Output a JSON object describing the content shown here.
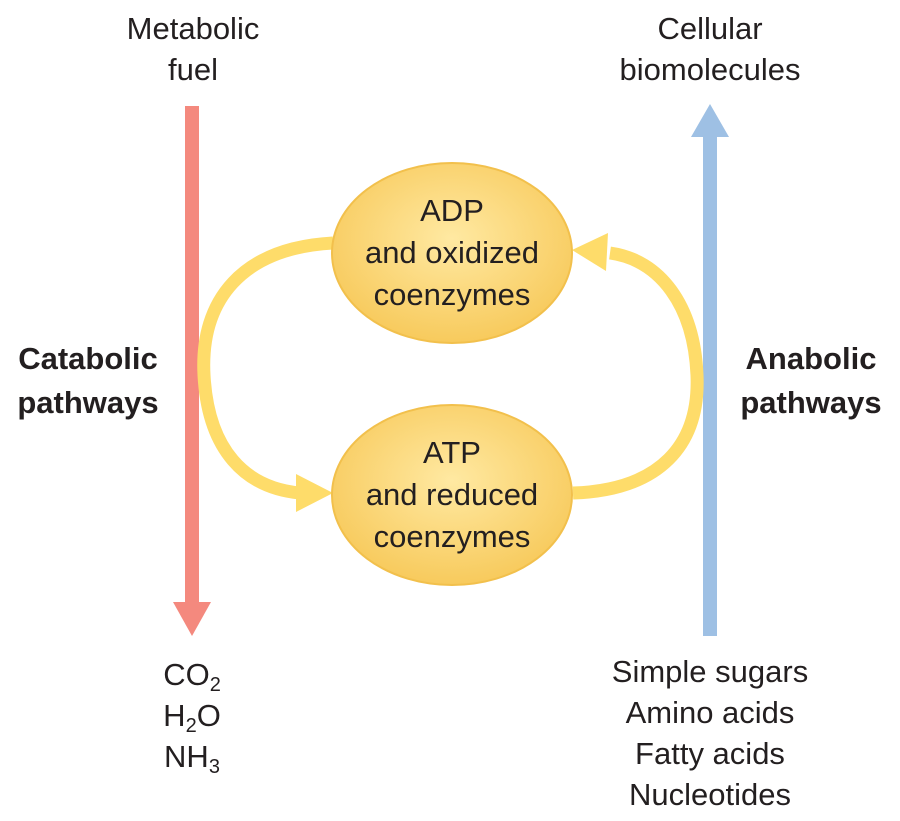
{
  "colors": {
    "catabolic_arrow": "#f4897e",
    "anabolic_arrow": "#9ec0e4",
    "cycle_arrow": "#fedc6a",
    "node_fill_center": "#ffe9a2",
    "node_fill_edge": "#f7c95a",
    "node_stroke": "#f2c04c",
    "text": "#231f20"
  },
  "catabolic": {
    "top_label": [
      "Metabolic",
      "fuel"
    ],
    "side_label": [
      "Catabolic",
      "pathways"
    ],
    "products": [
      {
        "base": "CO",
        "sub": "2",
        "tail": ""
      },
      {
        "base": "H",
        "sub": "2",
        "tail": "O"
      },
      {
        "base": "NH",
        "sub": "3",
        "tail": ""
      }
    ]
  },
  "anabolic": {
    "top_label": [
      "Cellular",
      "biomolecules"
    ],
    "side_label": [
      "Anabolic",
      "pathways"
    ],
    "precursors": [
      "Simple sugars",
      "Amino acids",
      "Fatty acids",
      "Nucleotides"
    ]
  },
  "nodes": {
    "adp": [
      "ADP",
      "and oxidized",
      "coenzymes"
    ],
    "atp": [
      "ATP",
      "and reduced",
      "coenzymes"
    ]
  }
}
